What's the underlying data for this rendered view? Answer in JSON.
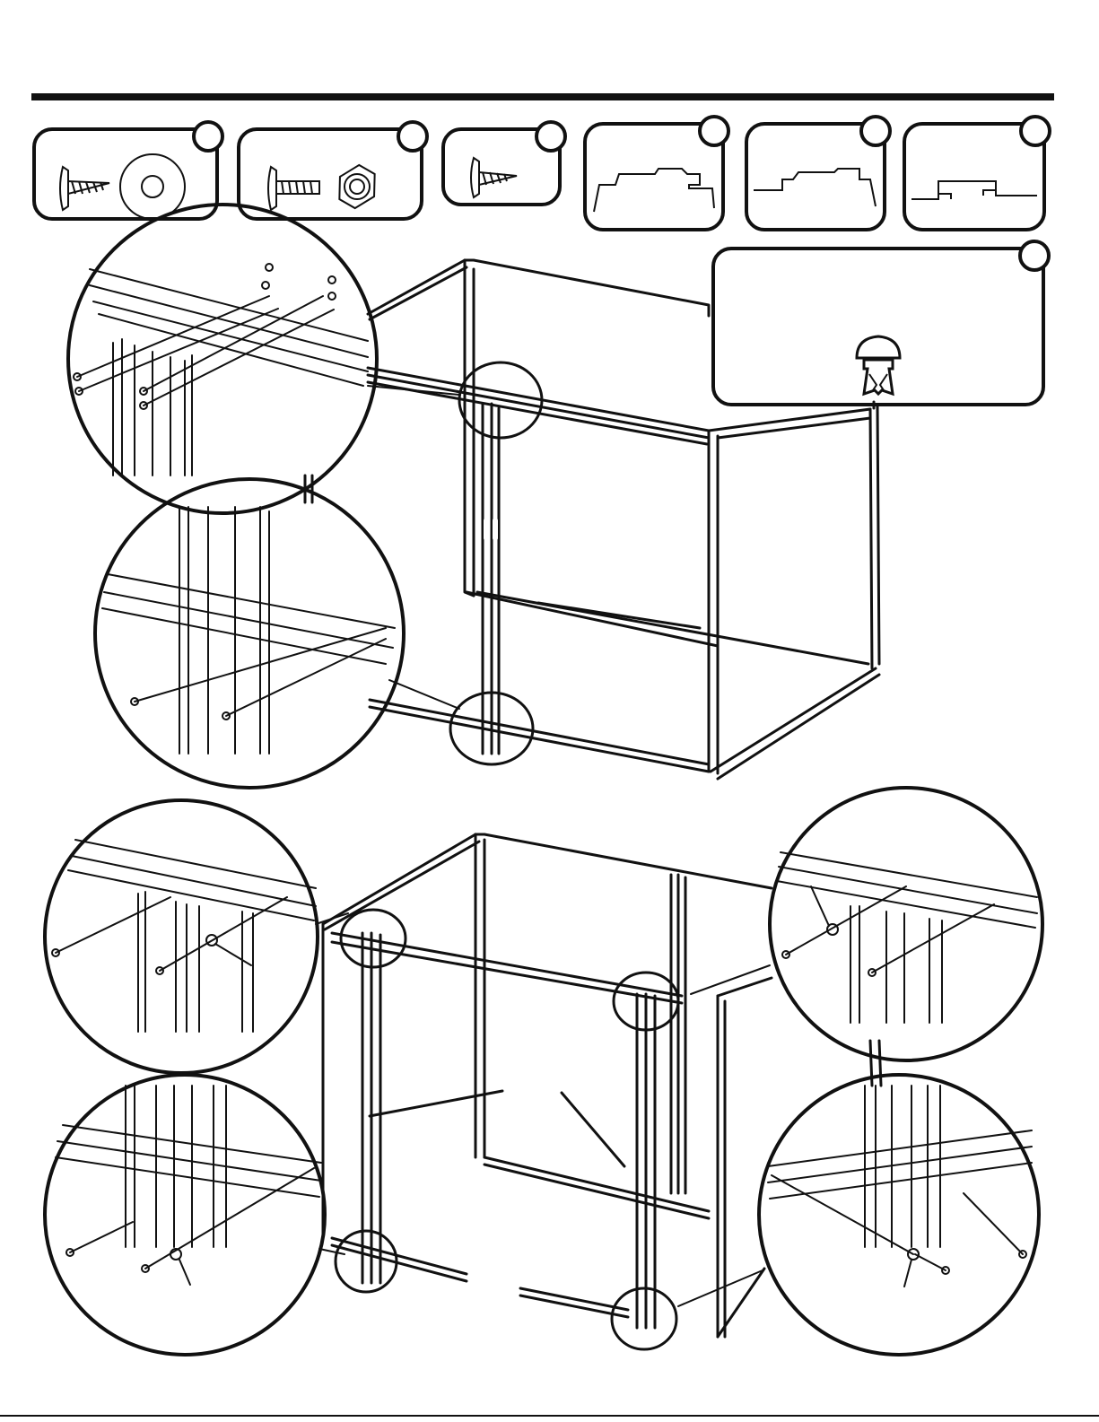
{
  "page": {
    "kind": "assembly-instruction-diagram",
    "text_labels": []
  },
  "hardware_callouts": [
    {
      "icon": "screw-with-washer-icon"
    },
    {
      "icon": "bolt-with-nut-icon"
    },
    {
      "icon": "self-tapping-screw-icon"
    },
    {
      "icon": "channel-profile-a-icon"
    },
    {
      "icon": "channel-profile-b-icon"
    },
    {
      "icon": "channel-profile-c-icon"
    }
  ],
  "note_callout": {
    "icon": "push-rivet-icon"
  },
  "steps": [
    {
      "name": "top-step",
      "detail_circles": [
        "upper-joint-detail",
        "lower-joint-detail"
      ]
    },
    {
      "name": "bottom-step",
      "detail_circles": [
        "left-upper-detail",
        "left-lower-detail",
        "right-upper-detail",
        "right-lower-detail"
      ]
    }
  ],
  "colors": {
    "ink": "#111111",
    "paper": "#ffffff"
  }
}
